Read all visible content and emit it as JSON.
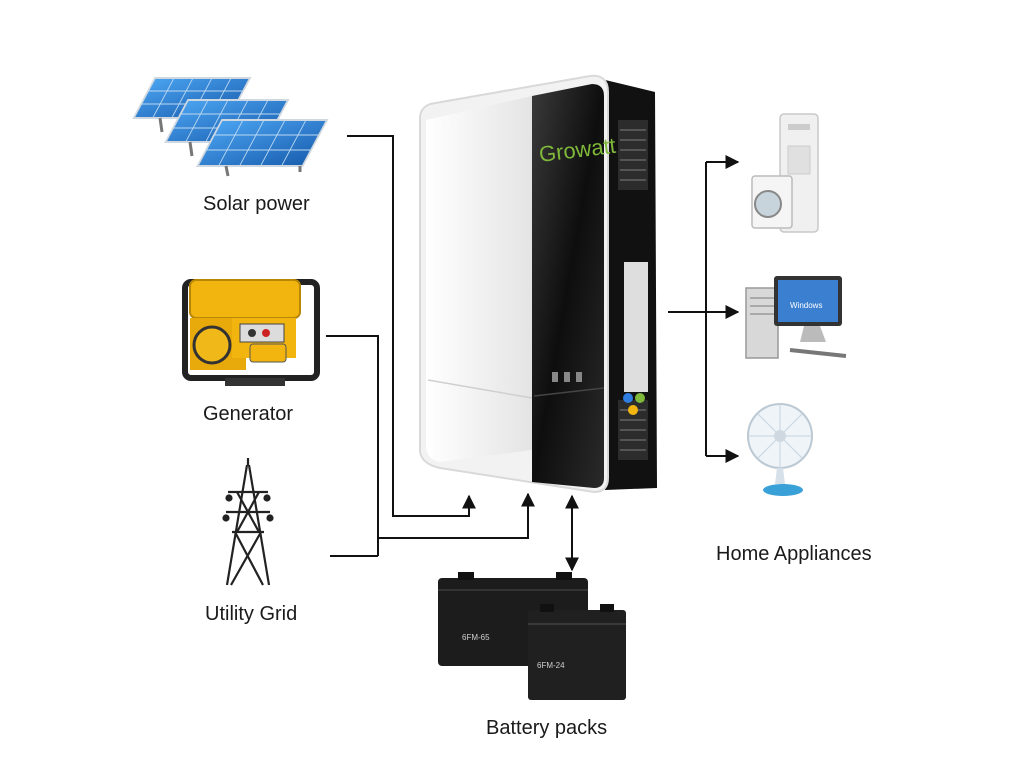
{
  "sources": {
    "solar": {
      "label": "Solar power",
      "icon": "solar-panel-icon"
    },
    "generator": {
      "label": "Generator",
      "icon": "generator-icon"
    },
    "grid": {
      "label": "Utility Grid",
      "icon": "power-tower-icon"
    }
  },
  "inverter": {
    "brand": "Growatt",
    "icon": "inverter-icon"
  },
  "battery": {
    "label": "Battery packs",
    "icon": "battery-icon",
    "tags": [
      "6FM-65",
      "6FM-24"
    ]
  },
  "appliances": {
    "label": "Home Appliances",
    "items": [
      {
        "name": "air-conditioner-washer-icon"
      },
      {
        "name": "desktop-computer-icon",
        "screen_text": "Windows"
      },
      {
        "name": "electric-fan-icon"
      }
    ]
  },
  "colors": {
    "inverter_black": "#141414",
    "inverter_white": "#f4f4f4",
    "brand_green": "#7fb83a",
    "solar_blue": "#2a7fd4",
    "generator_yellow": "#f2b50f",
    "battery_black": "#1c1c1c",
    "line": "#111111"
  }
}
